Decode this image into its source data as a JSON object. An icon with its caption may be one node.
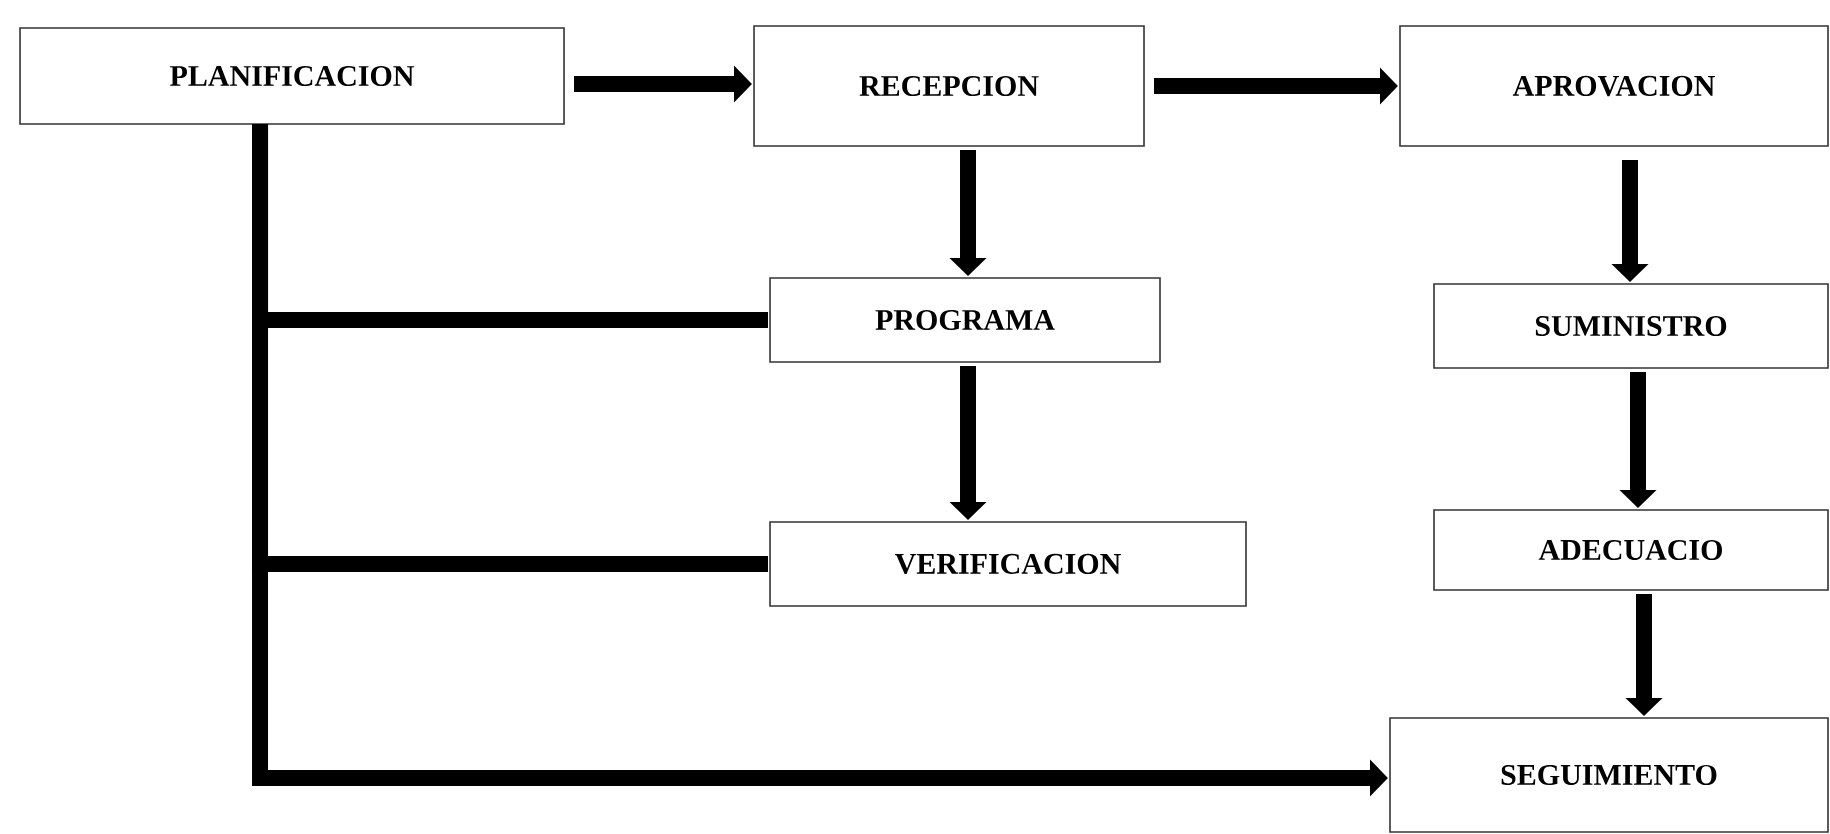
{
  "diagram": {
    "nodes": [
      {
        "text": [
          "PLANIFICACION"
        ]
      },
      {
        "text": [
          "RECEPCION"
        ]
      },
      {
        "text": [
          "APROVACION"
        ]
      },
      {
        "text": [
          "PROGRAMA"
        ]
      },
      {
        "text": [
          "VERIFICACION"
        ]
      },
      {
        "text": [
          "SUMINISTRO"
        ]
      },
      {
        "text": [
          "ADECUACIO"
        ]
      },
      {
        "text": [
          "SEGUIMIENTO"
        ]
      }
    ],
    "edges": [
      {
        "from": 0,
        "to": 1,
        "arrow": "to"
      },
      {
        "from": 1,
        "to": 2,
        "arrow": "to"
      },
      {
        "from": 1,
        "to": 3,
        "arrow": "to"
      },
      {
        "from": 3,
        "to": 4,
        "arrow": "to"
      },
      {
        "from": 0,
        "to": 3,
        "arrow": "none"
      },
      {
        "from": 0,
        "to": 4,
        "arrow": "none"
      },
      {
        "from": 0,
        "to": 7,
        "arrow": "to"
      },
      {
        "from": 2,
        "to": 5,
        "arrow": "to"
      },
      {
        "from": 5,
        "to": 6,
        "arrow": "to"
      },
      {
        "from": 6,
        "to": 7,
        "arrow": "to"
      }
    ]
  }
}
